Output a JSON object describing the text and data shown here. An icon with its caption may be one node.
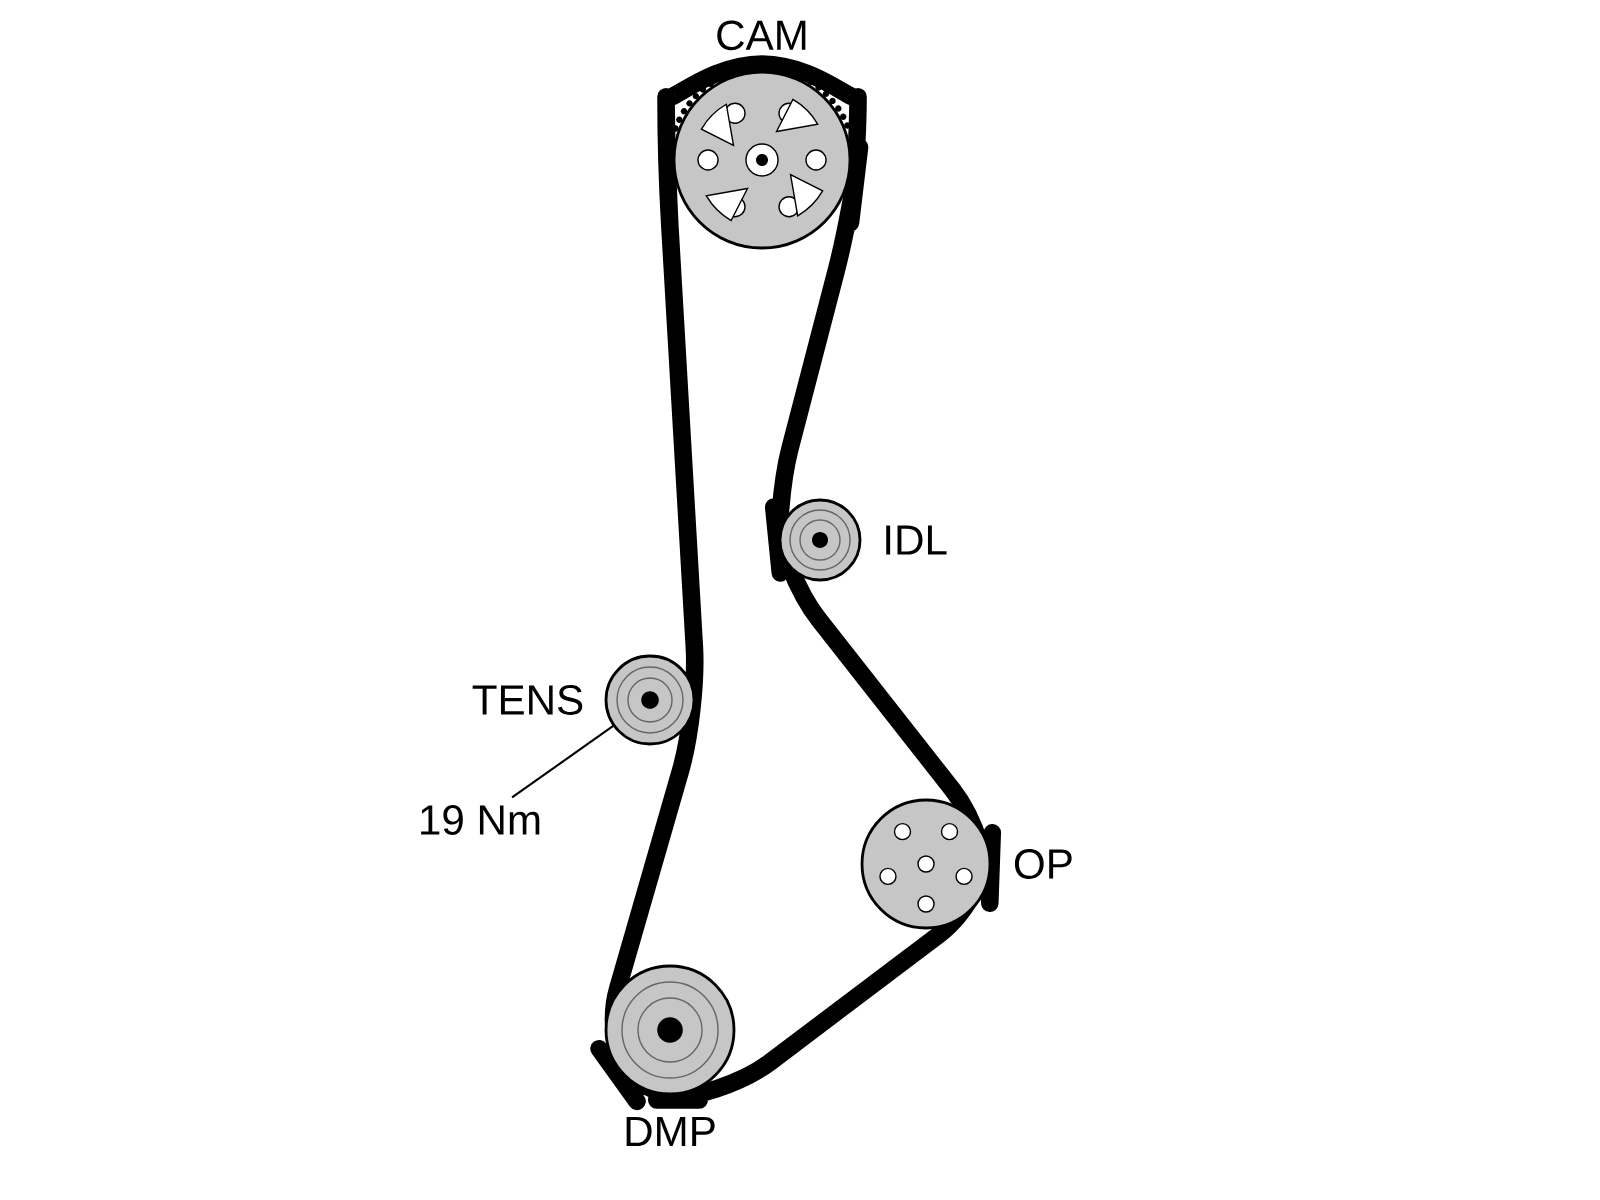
{
  "diagram": {
    "nodes": [
      {
        "text": [
          "CAM"
        ]
      },
      {
        "text": [
          "IDL"
        ]
      },
      {
        "text": [
          "TENS"
        ]
      },
      {
        "text": [
          "OP"
        ]
      },
      {
        "text": [
          "DMP"
        ]
      },
      {
        "text": [
          "19 Nm"
        ]
      }
    ],
    "edges": [
      {
        "from": 5,
        "to": 2,
        "arrow": "none"
      }
    ]
  }
}
